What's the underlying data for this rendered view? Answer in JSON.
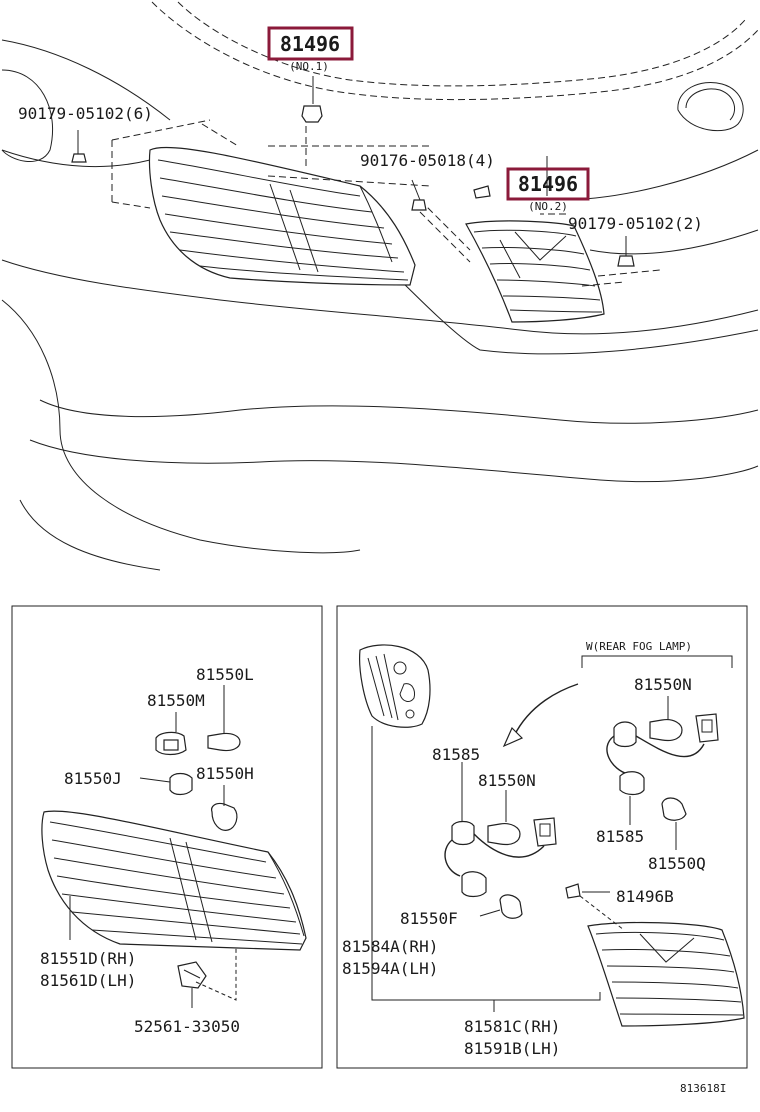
{
  "labels": {
    "p81496_no1": "81496",
    "p81496_no1_sub": "(NO.1)",
    "p81496_no2": "81496",
    "p81496_no2_sub": "(NO.2)",
    "p90179_05102_6": "90179-05102(6)",
    "p90176_05018_4": "90176-05018(4)",
    "p90179_05102_2": "90179-05102(2)",
    "p81550L": "81550L",
    "p81550M": "81550M",
    "p81550J": "81550J",
    "p81550H": "81550H",
    "p81551D": "81551D(RH)",
    "p81561D": "81561D(LH)",
    "p52561": "52561-33050",
    "w_rear_fog": "W(REAR FOG LAMP)",
    "p81550N_a": "81550N",
    "p81585_a": "81585",
    "p81550N_b": "81550N",
    "p81585_b": "81585",
    "p81550Q": "81550Q",
    "p81496B": "81496B",
    "p81550F": "81550F",
    "p81584A": "81584A(RH)",
    "p81594A": "81594A(LH)",
    "p81581C": "81581C(RH)",
    "p81591B": "81591B(LH)",
    "diagram_id": "813618I"
  },
  "colors": {
    "highlight": "#8b1a3a",
    "line": "#222222"
  }
}
